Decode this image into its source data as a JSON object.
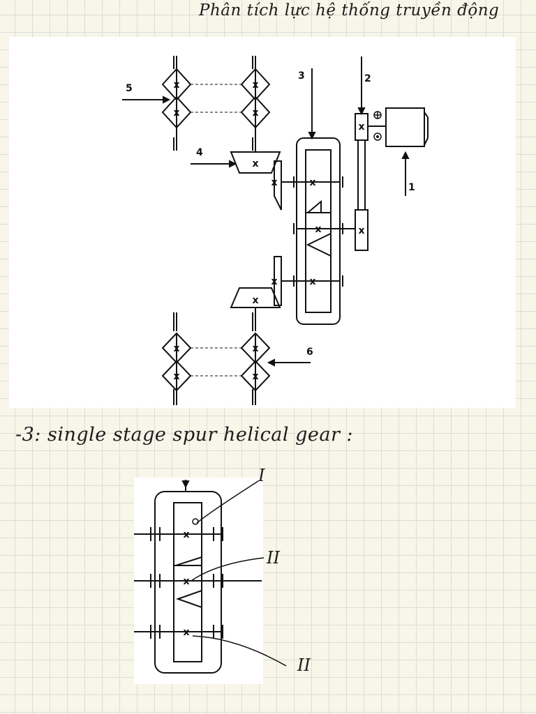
{
  "note": {
    "title": "Phân tích lực hệ thống truyền động",
    "line": "-3:  single stage spur helical gear :"
  },
  "diagram": {
    "labels": [
      "1",
      "2",
      "3",
      "4",
      "5",
      "6"
    ],
    "symbols": {
      "gear_mark": "x",
      "plus": "⊕",
      "dot": "⊙"
    }
  },
  "detail": {
    "shaft_labels": [
      "I",
      "II",
      "II"
    ],
    "gear_mark": "x"
  },
  "colors": {
    "ink": "#111111",
    "paper": "#f8f6e9",
    "grid": "#d9ded6"
  }
}
